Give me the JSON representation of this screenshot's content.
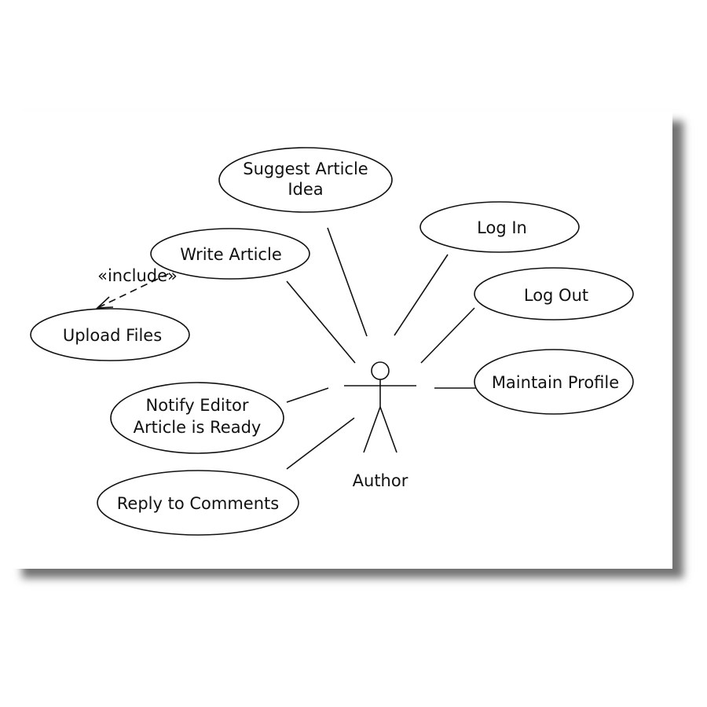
{
  "diagram": {
    "actor": {
      "label": "Author",
      "icon": "stick-figure-icon"
    },
    "use_cases": {
      "suggest": {
        "lines": [
          "Suggest Article",
          "Idea"
        ]
      },
      "login": {
        "lines": [
          "Log In"
        ]
      },
      "write": {
        "lines": [
          "Write Article"
        ]
      },
      "logout": {
        "lines": [
          "Log Out"
        ]
      },
      "upload": {
        "lines": [
          "Upload Files"
        ]
      },
      "profile": {
        "lines": [
          "Maintain Profile"
        ]
      },
      "notify": {
        "lines": [
          "Notify Editor",
          "Article is Ready"
        ]
      },
      "reply": {
        "lines": [
          "Reply to Comments"
        ]
      }
    },
    "include_label": "«include»"
  }
}
